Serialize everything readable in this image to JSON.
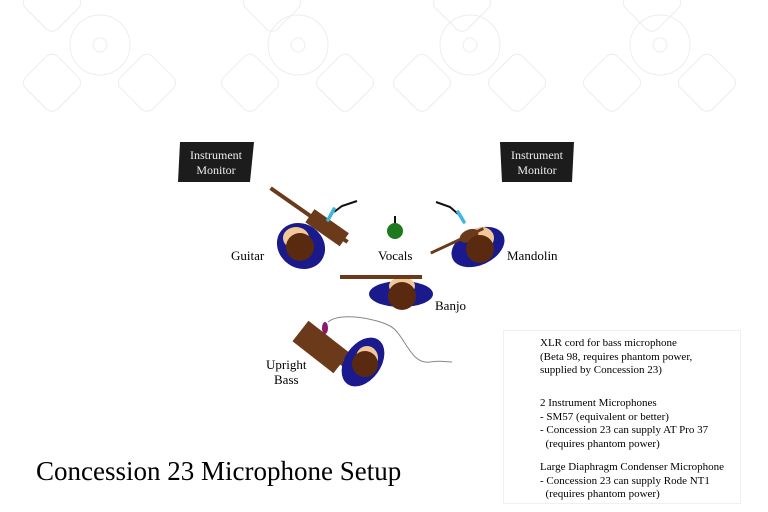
{
  "title": "Concession 23 Microphone Setup",
  "monitors": [
    {
      "line1": "Instrument",
      "line2": "Monitor"
    },
    {
      "line1": "Instrument",
      "line2": "Monitor"
    }
  ],
  "performers": {
    "guitar": "Guitar",
    "vocals": "Vocals",
    "mandolin": "Mandolin",
    "banjo": "Banjo",
    "bass_line1": "Upright",
    "bass_line2": "Bass"
  },
  "legend": {
    "xlr": {
      "lines": [
        "XLR cord for bass microphone",
        "(Beta 98, requires phantom power,",
        "supplied by Concession 23)"
      ]
    },
    "instrument": {
      "lines": [
        "2 Instrument Microphones",
        "- SM57 (equivalent or better)",
        "- Concession 23 can supply AT Pro 37",
        "  (requires phantom power)"
      ]
    },
    "condenser": {
      "lines": [
        "Large Diaphragm Condenser Microphone",
        "- Concession 23 can supply Rode NT1",
        "  (requires phantom power)"
      ]
    }
  },
  "colors": {
    "body_blue": "#1a1a8c",
    "head_brown": "#5a2a10",
    "skin": "#f2c89a",
    "wood": "#6b3a1a",
    "monitor": "#1c1c1c",
    "instrument_mic": "#3fb5e0",
    "condenser_mic": "#1e7a1e",
    "bass_mic": "#8b1a6b",
    "watermark": "#eeeeee"
  }
}
